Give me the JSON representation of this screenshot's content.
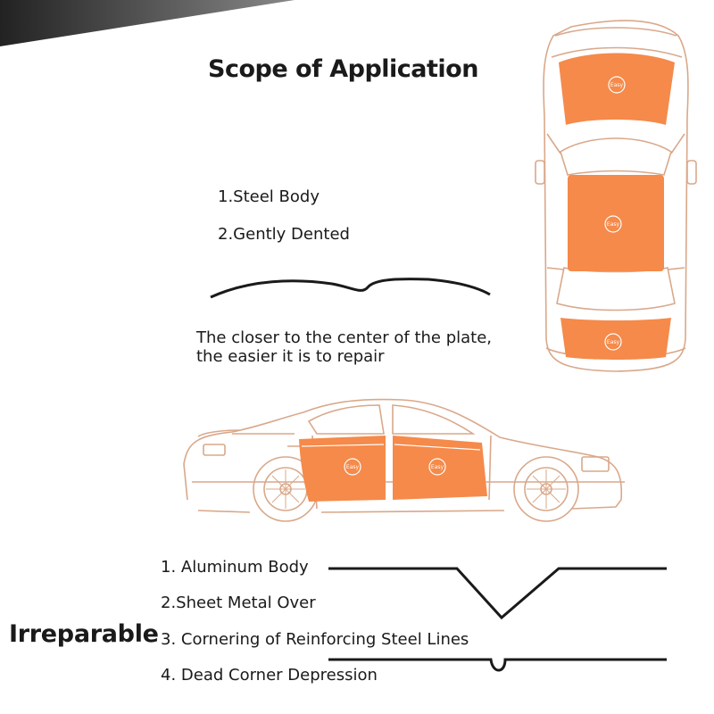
{
  "title": "Scope of Application",
  "scope_items": [
    "1.Steel Body",
    "2.Gently Dented"
  ],
  "note_lines": [
    "The closer to the center of the plate,",
    "the easier it is to repair"
  ],
  "badge_label": "Easy",
  "irreparable_label": "Irreparable",
  "irreparable_items": [
    "1. Aluminum Body",
    "2.Sheet Metal Over",
    "3. Cornering of Reinforcing Steel Lines",
    "4. Dead Corner Depression"
  ],
  "colors": {
    "accent": "#f58a4a",
    "outline": "#d9a88a",
    "text": "#1a1a1a",
    "line": "#1a1a1a"
  }
}
